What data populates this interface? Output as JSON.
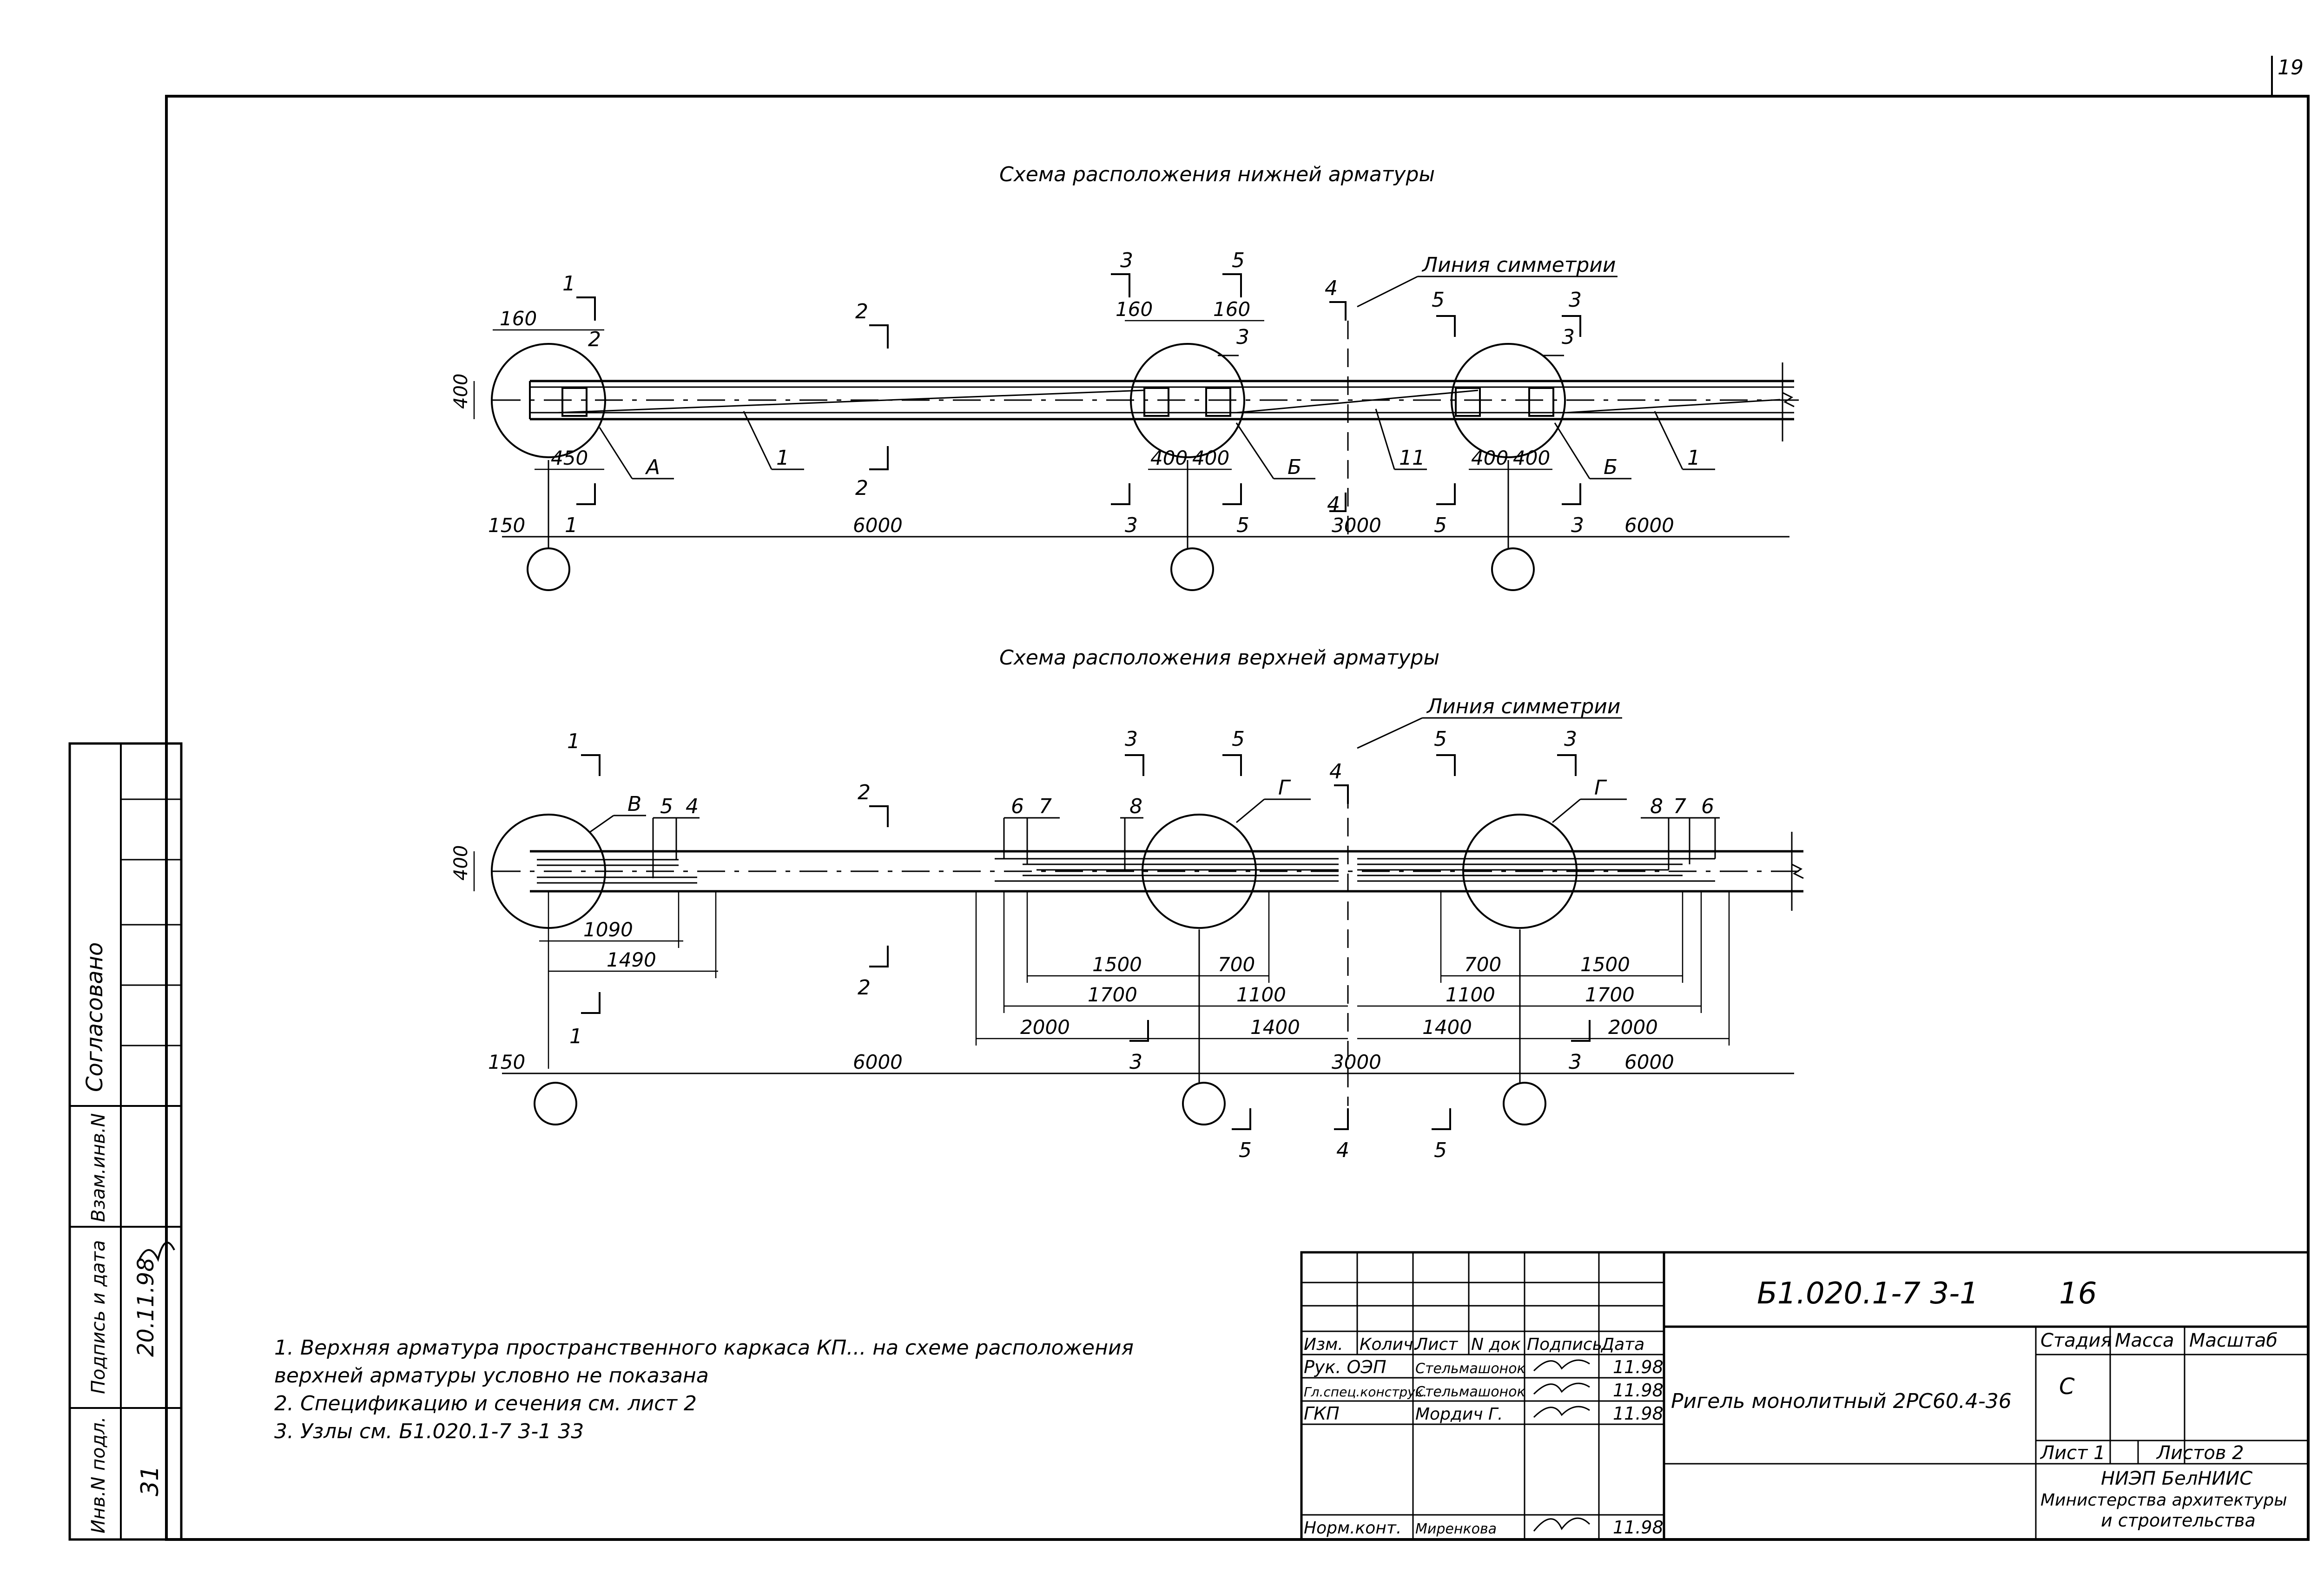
{
  "sheet_number": "19",
  "diagram_bottom": {
    "title": "Схема расположения нижней арматуры",
    "symmetry": "Линия симметрии",
    "sec": {
      "s1": "1",
      "s2": "2",
      "s3": "3",
      "s4": "4",
      "s5": "5"
    },
    "dims": {
      "d160": "160",
      "d400": "400",
      "d450": "450",
      "d150": "150",
      "d6000": "6000",
      "d3000": "3000"
    },
    "pos": {
      "p1": "1",
      "p2": "2",
      "p3": "3",
      "p11": "11"
    },
    "nodes": {
      "a": "А",
      "b": "Б"
    }
  },
  "diagram_top": {
    "title": "Схема расположения верхней арматуры",
    "symmetry": "Линия симметрии",
    "sec": {
      "s1": "1",
      "s2": "2",
      "s3": "3",
      "s4": "4",
      "s5": "5"
    },
    "dims": {
      "d400": "400",
      "d1090": "1090",
      "d1490": "1490",
      "d1500": "1500",
      "d700": "700",
      "d1700": "1700",
      "d1100": "1100",
      "d2000": "2000",
      "d1400": "1400",
      "d150": "150",
      "d6000": "6000",
      "d3000": "3000"
    },
    "pos": {
      "p4": "4",
      "p5": "5",
      "p6": "6",
      "p7": "7",
      "p8": "8"
    },
    "nodes": {
      "v": "В",
      "g": "Г"
    }
  },
  "left_stamp": {
    "agreed": "Согласовано",
    "replace_inv": "Взам.инв.N",
    "sign_date": "Подпись и дата",
    "inv_orig": "Инв.N подл.",
    "date_value": "20.11.98",
    "inv_value": "31"
  },
  "notes": [
    "1. Верхняя арматура пространственного каркаса КП... на схеме расположения",
    "верхней арматуры условно не показана",
    "2. Спецификацию и сечения см. лист 2",
    "3. Узлы см. Б1.020.1-7 3-1 33"
  ],
  "title_block": {
    "document_code": "Б1.020.1-7 3-1",
    "code_suffix": "16",
    "headers": {
      "izm": "Изм.",
      "kol": "Колич.",
      "list": "Лист",
      "ndoc": "N док",
      "sign": "Подпись",
      "date": "Дата"
    },
    "rows": [
      {
        "role": "Рук. ОЭП",
        "name": "Стельмашонок",
        "date": "11.98"
      },
      {
        "role": "Гл.спец.конструк.",
        "name": "Стельмашонок",
        "date": "11.98"
      },
      {
        "role": "ГКП",
        "name": "Мордич Г.",
        "date": "11.98"
      },
      {
        "role": "Норм.конт.",
        "name": "Миренкова",
        "date": "11.98"
      }
    ],
    "product_name": "Ригель монолитный 2РС60.4-36",
    "stage_label": "Стадия",
    "mass_label": "Масса",
    "scale_label": "Масштаб",
    "stage_value": "С",
    "sheet_label": "Лист 1",
    "sheets_label": "Листов 2",
    "org_line1": "НИЭП БелНИИС",
    "org_line2": "Министерства архитектуры",
    "org_line3": "и строительства"
  }
}
